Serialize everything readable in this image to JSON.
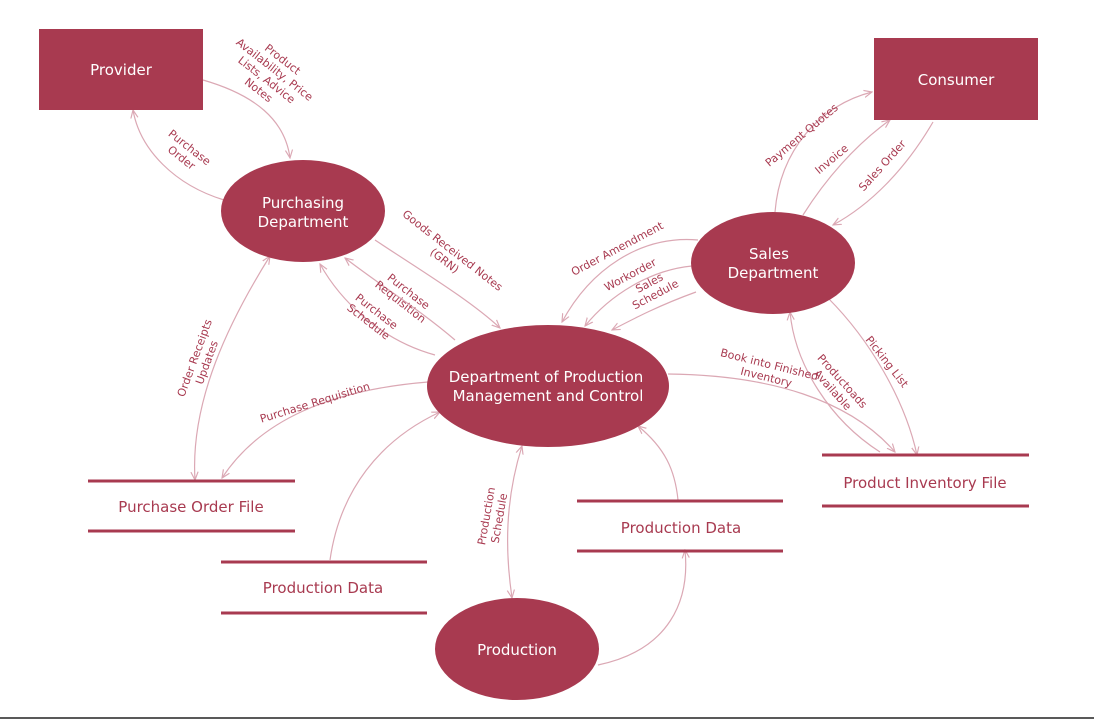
{
  "colors": {
    "node": "#a83a50",
    "arrow": "#dba8b4",
    "text": "#a83a50"
  },
  "entities": {
    "provider": "Provider",
    "consumer": "Consumer"
  },
  "processes": {
    "purchasing": [
      "Purchasing",
      "Department"
    ],
    "sales": [
      "Sales",
      "Department"
    ],
    "production_mgmt": [
      "Department of Production",
      "Management and Control"
    ],
    "production": "Production"
  },
  "stores": {
    "purchase_order_file": "Purchase Order File",
    "production_data_left": "Production Data",
    "production_data_right": "Production Data",
    "product_inventory_file": "Product Inventory File"
  },
  "flows": {
    "product_availability": [
      "Product",
      "Availability, Price",
      "Lists, Advice",
      "Notes"
    ],
    "purchase_order": [
      "Purchase",
      "Order"
    ],
    "goods_received": [
      "Goods Received Notes",
      "(GRN)"
    ],
    "purchase_requisition_1": [
      "Purchase",
      "Requisition"
    ],
    "purchase_schedule": [
      "Purchase",
      "Schedule"
    ],
    "order_receipts": [
      "Order Receipts",
      "Updates"
    ],
    "purchase_requisition_2": "Purchase Requisition",
    "production_schedule": [
      "Production",
      "Schedule"
    ],
    "payment_quotes": "Payment  Quotes",
    "invoice": "Invoice",
    "sales_order": "Sales Order",
    "order_amendment": "Order Amendment",
    "workorder": "Workorder",
    "sales_schedule": [
      "Sales",
      "Schedule"
    ],
    "book_into_inventory": [
      "Book into Finished",
      "Inventory"
    ],
    "products_available": [
      "Productoads",
      "Available"
    ],
    "picking_list": "Picking List"
  }
}
